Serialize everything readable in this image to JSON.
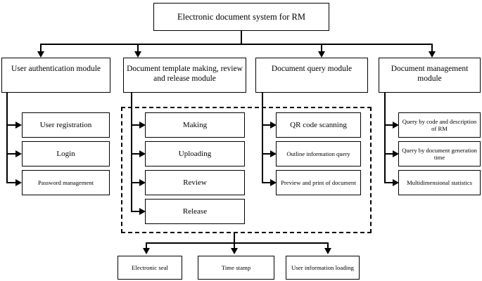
{
  "diagram": {
    "title": "Electronic document system for RM",
    "type": "hierarchical-block-diagram",
    "root": {
      "label": "Electronic document system for RM"
    },
    "modules": [
      {
        "id": "user-authentication",
        "label": "User authentication module",
        "children": [
          {
            "label": "User registration"
          },
          {
            "label": "Login"
          },
          {
            "label": "Password management"
          }
        ]
      },
      {
        "id": "document-template",
        "label": "Document template making, review and release module",
        "children": [
          {
            "label": "Making"
          },
          {
            "label": "Uploading"
          },
          {
            "label": "Review"
          },
          {
            "label": "Release"
          }
        ]
      },
      {
        "id": "document-query",
        "label": "Document query module",
        "children": [
          {
            "label": "QR code scanning"
          },
          {
            "label": "Outline information query"
          },
          {
            "label": "Preview and print of document"
          }
        ]
      },
      {
        "id": "document-management",
        "label": "Document management module",
        "children": [
          {
            "label": "Query by code and description of RM"
          },
          {
            "label": "Query by document generation time"
          },
          {
            "label": "Multidimensional statistics"
          }
        ]
      }
    ],
    "shared_services": [
      {
        "label": "Electronic seal"
      },
      {
        "label": "Time stamp"
      },
      {
        "label": "User information loading"
      }
    ],
    "colors": {
      "stroke": "#000000",
      "fill": "#ffffff",
      "text": "#000000"
    }
  }
}
